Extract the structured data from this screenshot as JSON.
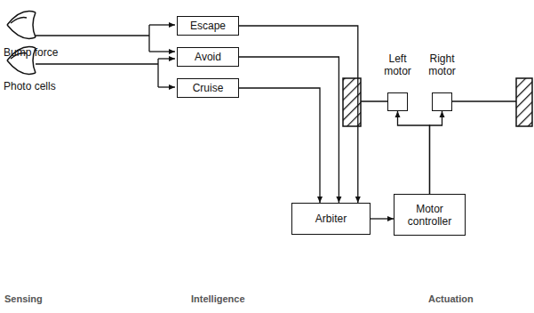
{
  "diagram": {
    "nodes": [
      {
        "text": [
          "Escape"
        ]
      },
      {
        "text": [
          "Avoid"
        ]
      },
      {
        "text": [
          "Cruise"
        ]
      },
      {
        "text": [
          "Arbiter"
        ]
      },
      {
        "text": [
          "Motor controller"
        ]
      },
      {
        "text": [
          "Left motor"
        ]
      },
      {
        "text": [
          "Right motor"
        ]
      }
    ],
    "edges": [
      {
        "from": 0,
        "to": 3,
        "arrow": "to"
      },
      {
        "from": 1,
        "to": 3,
        "arrow": "to"
      },
      {
        "from": 2,
        "to": 3,
        "arrow": "to"
      },
      {
        "from": 3,
        "to": 4,
        "arrow": "to"
      },
      {
        "from": 4,
        "to": 5,
        "arrow": "to"
      },
      {
        "from": 4,
        "to": 6,
        "arrow": "to"
      }
    ],
    "labels": [
      "Bump force",
      "Photo cells",
      "Sensing",
      "Intelligence",
      "Actuation"
    ]
  }
}
